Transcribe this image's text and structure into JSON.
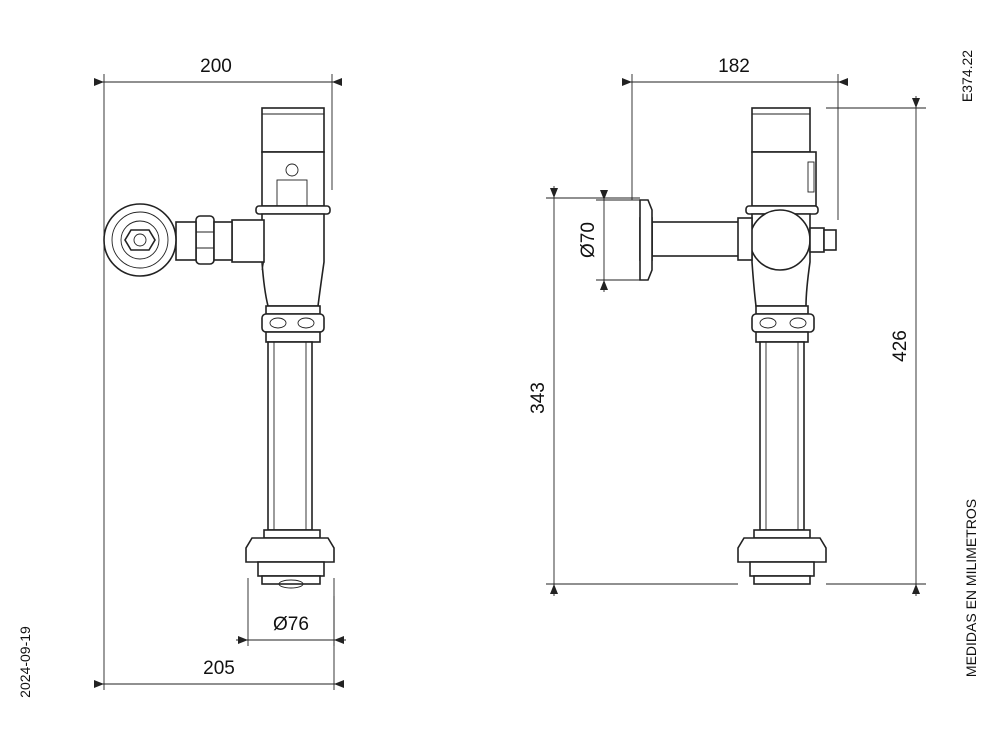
{
  "drawing": {
    "code": "E374.22",
    "date": "2024-09-19",
    "units_note": "MEDIDAS EN MILIMETROS"
  },
  "front_view": {
    "overall_width_top": "200",
    "overall_width_bottom": "205",
    "base_diameter": "Ø76"
  },
  "side_view": {
    "width": "182",
    "flange_diameter": "Ø70",
    "height_to_inlet": "343",
    "total_height": "426"
  },
  "colors": {
    "line": "#222222",
    "background": "#ffffff"
  }
}
